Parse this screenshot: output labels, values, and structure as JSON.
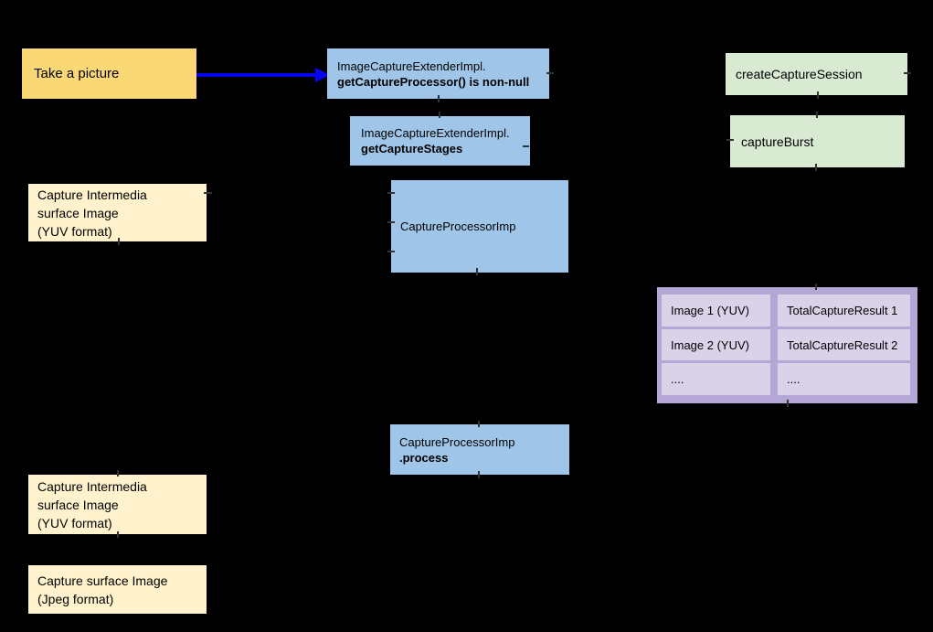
{
  "colors": {
    "background": "#000000",
    "process_box_blue": "#9FC5E8",
    "action_box_green": "#D9EAD3",
    "start_box_yellow": "#FAD876",
    "surface_box_pale_yellow": "#FFF2CC",
    "table_container_purple": "#B4A7D6",
    "table_cell_purple": "#D9D2E9",
    "arrow_blue": "#0505F0",
    "text": "#000000"
  },
  "nodes": {
    "take_picture": {
      "label": "Take a picture"
    },
    "get_capture_processor": {
      "line1": "ImageCaptureExtenderImpl.",
      "line2_bold": "getCaptureProcessor() is non-null"
    },
    "get_capture_stages": {
      "line1": "ImageCaptureExtenderImpl.",
      "line2_bold": "getCaptureStages"
    },
    "capture_processor": {
      "label": "CaptureProcessorImp"
    },
    "create_capture_session": {
      "label": "createCaptureSession"
    },
    "capture_burst": {
      "label": "captureBurst"
    },
    "capture_processor_process": {
      "line1": "CaptureProcessorImp",
      "line2_bold": ".process"
    },
    "intermedia_surface_top": {
      "line1": "Capture Intermedia",
      "line2": "surface Image",
      "line3": "(YUV format)"
    },
    "intermedia_surface_bottom": {
      "line1": "Capture Intermedia",
      "line2": "surface Image",
      "line3": "(YUV format)"
    },
    "capture_surface_jpeg": {
      "line1": "Capture surface Image",
      "line2": "(Jpeg format)"
    }
  },
  "results_table": {
    "rows": [
      {
        "image": "Image 1 (YUV)",
        "result": "TotalCaptureResult 1"
      },
      {
        "image": "Image 2 (YUV)",
        "result": "TotalCaptureResult 2"
      },
      {
        "image": "....",
        "result": "...."
      }
    ]
  }
}
